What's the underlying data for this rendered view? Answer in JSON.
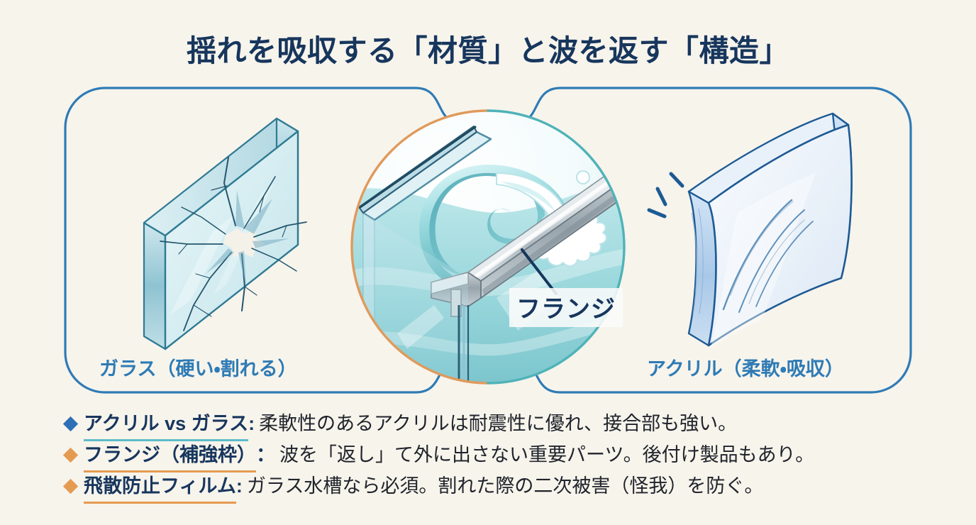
{
  "page": {
    "title": "揺れを吸収する「材質」と波を返す「構造」",
    "background_color": "#F7F4EC",
    "title_color": "#17365D"
  },
  "panels": {
    "left": {
      "caption": "ガラス（硬い・割れる）",
      "illustration": "cracked-glass-panel",
      "border_color": "#2E7BB5",
      "caption_color": "#2E7BB5"
    },
    "right": {
      "caption": "アクリル（柔軟・吸収）",
      "illustration": "flexing-acrylic-panel",
      "border_color": "#2E7BB5",
      "caption_color": "#2E7BB5"
    }
  },
  "center": {
    "illustration": "aquarium-corner-with-wave-and-flange",
    "callout_label": "フランジ",
    "callout_color": "#17365D",
    "ring_color_left": "#E09A5B",
    "ring_color_right": "#4FB3B8",
    "water_color": "#7FD0D2",
    "flange_color": "#B9C3C9"
  },
  "bullets": [
    {
      "marker": "diamond",
      "marker_color": "#2E6FB5",
      "term": "アクリル vs ガラス",
      "colon": ":",
      "underline_color": "#5BBCC9",
      "description": "柔軟性のあるアクリルは耐震性に優れ、接合部も強い。"
    },
    {
      "marker": "diamond",
      "marker_color": "#E59A52",
      "term": "フランジ（補強枠）",
      "colon": "：",
      "underline_color": "#E59A52",
      "description": "波を「返し」て外に出さない重要パーツ。後付け製品もあり。"
    },
    {
      "marker": "diamond",
      "marker_color": "#E59A52",
      "term": "飛散防止フィルム",
      "colon": ":",
      "underline_color": "#E59A52",
      "description": "ガラス水槽なら必須。割れた際の二次被害（怪我）を防ぐ。"
    }
  ]
}
